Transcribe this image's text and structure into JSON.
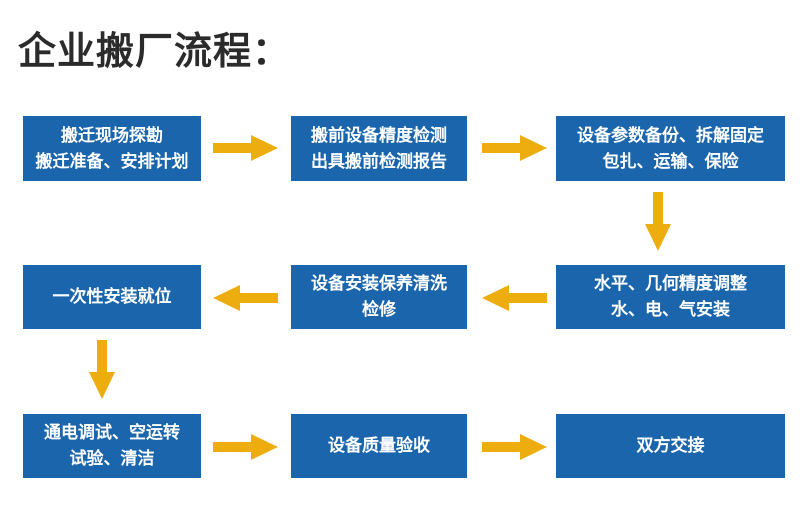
{
  "title": "企业搬厂流程：",
  "colors": {
    "box_blue": "#1b65ad",
    "arrow_gold": "#eead0e",
    "title_color": "#2b2b2b",
    "box_text": "#ffffff"
  },
  "steps": [
    {
      "order": 1,
      "lines": [
        "搬迁现场探勘",
        "搬迁准备、安排计划"
      ]
    },
    {
      "order": 2,
      "lines": [
        "搬前设备精度检测",
        "出具搬前检测报告"
      ]
    },
    {
      "order": 3,
      "lines": [
        "设备参数备份、拆解固定",
        "包扎、运输、保险"
      ]
    },
    {
      "order": 4,
      "lines": [
        "水平、几何精度调整",
        "水、电、气安装"
      ]
    },
    {
      "order": 5,
      "lines": [
        "设备安装保养清洗",
        "检修"
      ]
    },
    {
      "order": 6,
      "lines": [
        "一次性安装就位"
      ]
    },
    {
      "order": 7,
      "lines": [
        "通电调试、空运转",
        "试验、清洁"
      ]
    },
    {
      "order": 8,
      "lines": [
        "设备质量验收"
      ]
    },
    {
      "order": 9,
      "lines": [
        "双方交接"
      ]
    }
  ],
  "flow_arrows": [
    {
      "from": 1,
      "to": 2,
      "direction": "right"
    },
    {
      "from": 2,
      "to": 3,
      "direction": "right"
    },
    {
      "from": 3,
      "to": 4,
      "direction": "down"
    },
    {
      "from": 4,
      "to": 5,
      "direction": "left"
    },
    {
      "from": 5,
      "to": 6,
      "direction": "left"
    },
    {
      "from": 6,
      "to": 7,
      "direction": "down"
    },
    {
      "from": 7,
      "to": 8,
      "direction": "right"
    },
    {
      "from": 8,
      "to": 9,
      "direction": "right"
    }
  ]
}
